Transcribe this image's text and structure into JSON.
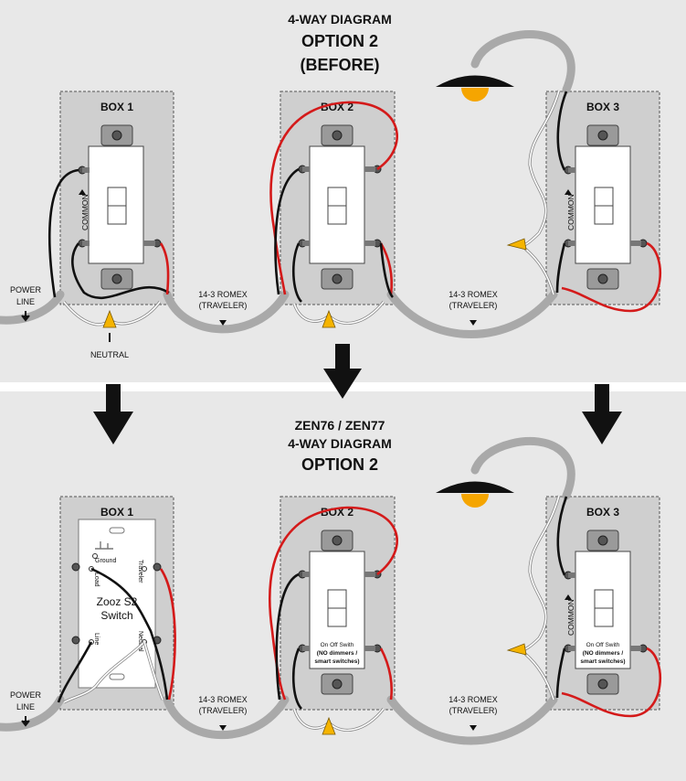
{
  "top": {
    "title_line1": "4-WAY DIAGRAM",
    "title_line2": "OPTION 2",
    "title_line3": "(BEFORE)",
    "box1": "BOX 1",
    "box2": "BOX 2",
    "box3": "BOX 3",
    "common1": "COMMON",
    "common3": "COMMON",
    "power_line_1": "POWER",
    "power_line_2": "LINE",
    "romex_a_1": "14-3 ROMEX",
    "romex_a_2": "(TRAVELER)",
    "romex_b_1": "14-3 ROMEX",
    "romex_b_2": "(TRAVELER)",
    "neutral": "NEUTRAL"
  },
  "bottom": {
    "title_line1": "ZEN76 / ZEN77",
    "title_line2": "4-WAY DIAGRAM",
    "title_line3": "OPTION 2",
    "box1": "BOX 1",
    "box2": "BOX 2",
    "box3": "BOX 3",
    "common3": "COMMON",
    "zooz_1": "Zooz S2",
    "zooz_2": "Switch",
    "ground": "Ground",
    "load": "Load",
    "line": "Line",
    "traveler": "Traveler",
    "neutral_term": "Neutral",
    "onoff_2_1": "On Off Swith",
    "onoff_2_2": "(NO dimmers /",
    "onoff_2_3": "smart switches)",
    "onoff_3_1": "On Off Swith",
    "onoff_3_2": "(NO dimmers /",
    "onoff_3_3": "smart switches)",
    "power_line_1": "POWER",
    "power_line_2": "LINE",
    "romex_a_1": "14-3 ROMEX",
    "romex_a_2": "(TRAVELER)",
    "romex_b_1": "14-3 ROMEX",
    "romex_b_2": "(TRAVELER)"
  },
  "colors": {
    "background": "#e8e8e8",
    "box_fill": "#cfcfcf",
    "romex": "#a9a9a9",
    "red_wire": "#d41a1a",
    "black_wire": "#111111",
    "wire_nut": "#f5b400"
  }
}
